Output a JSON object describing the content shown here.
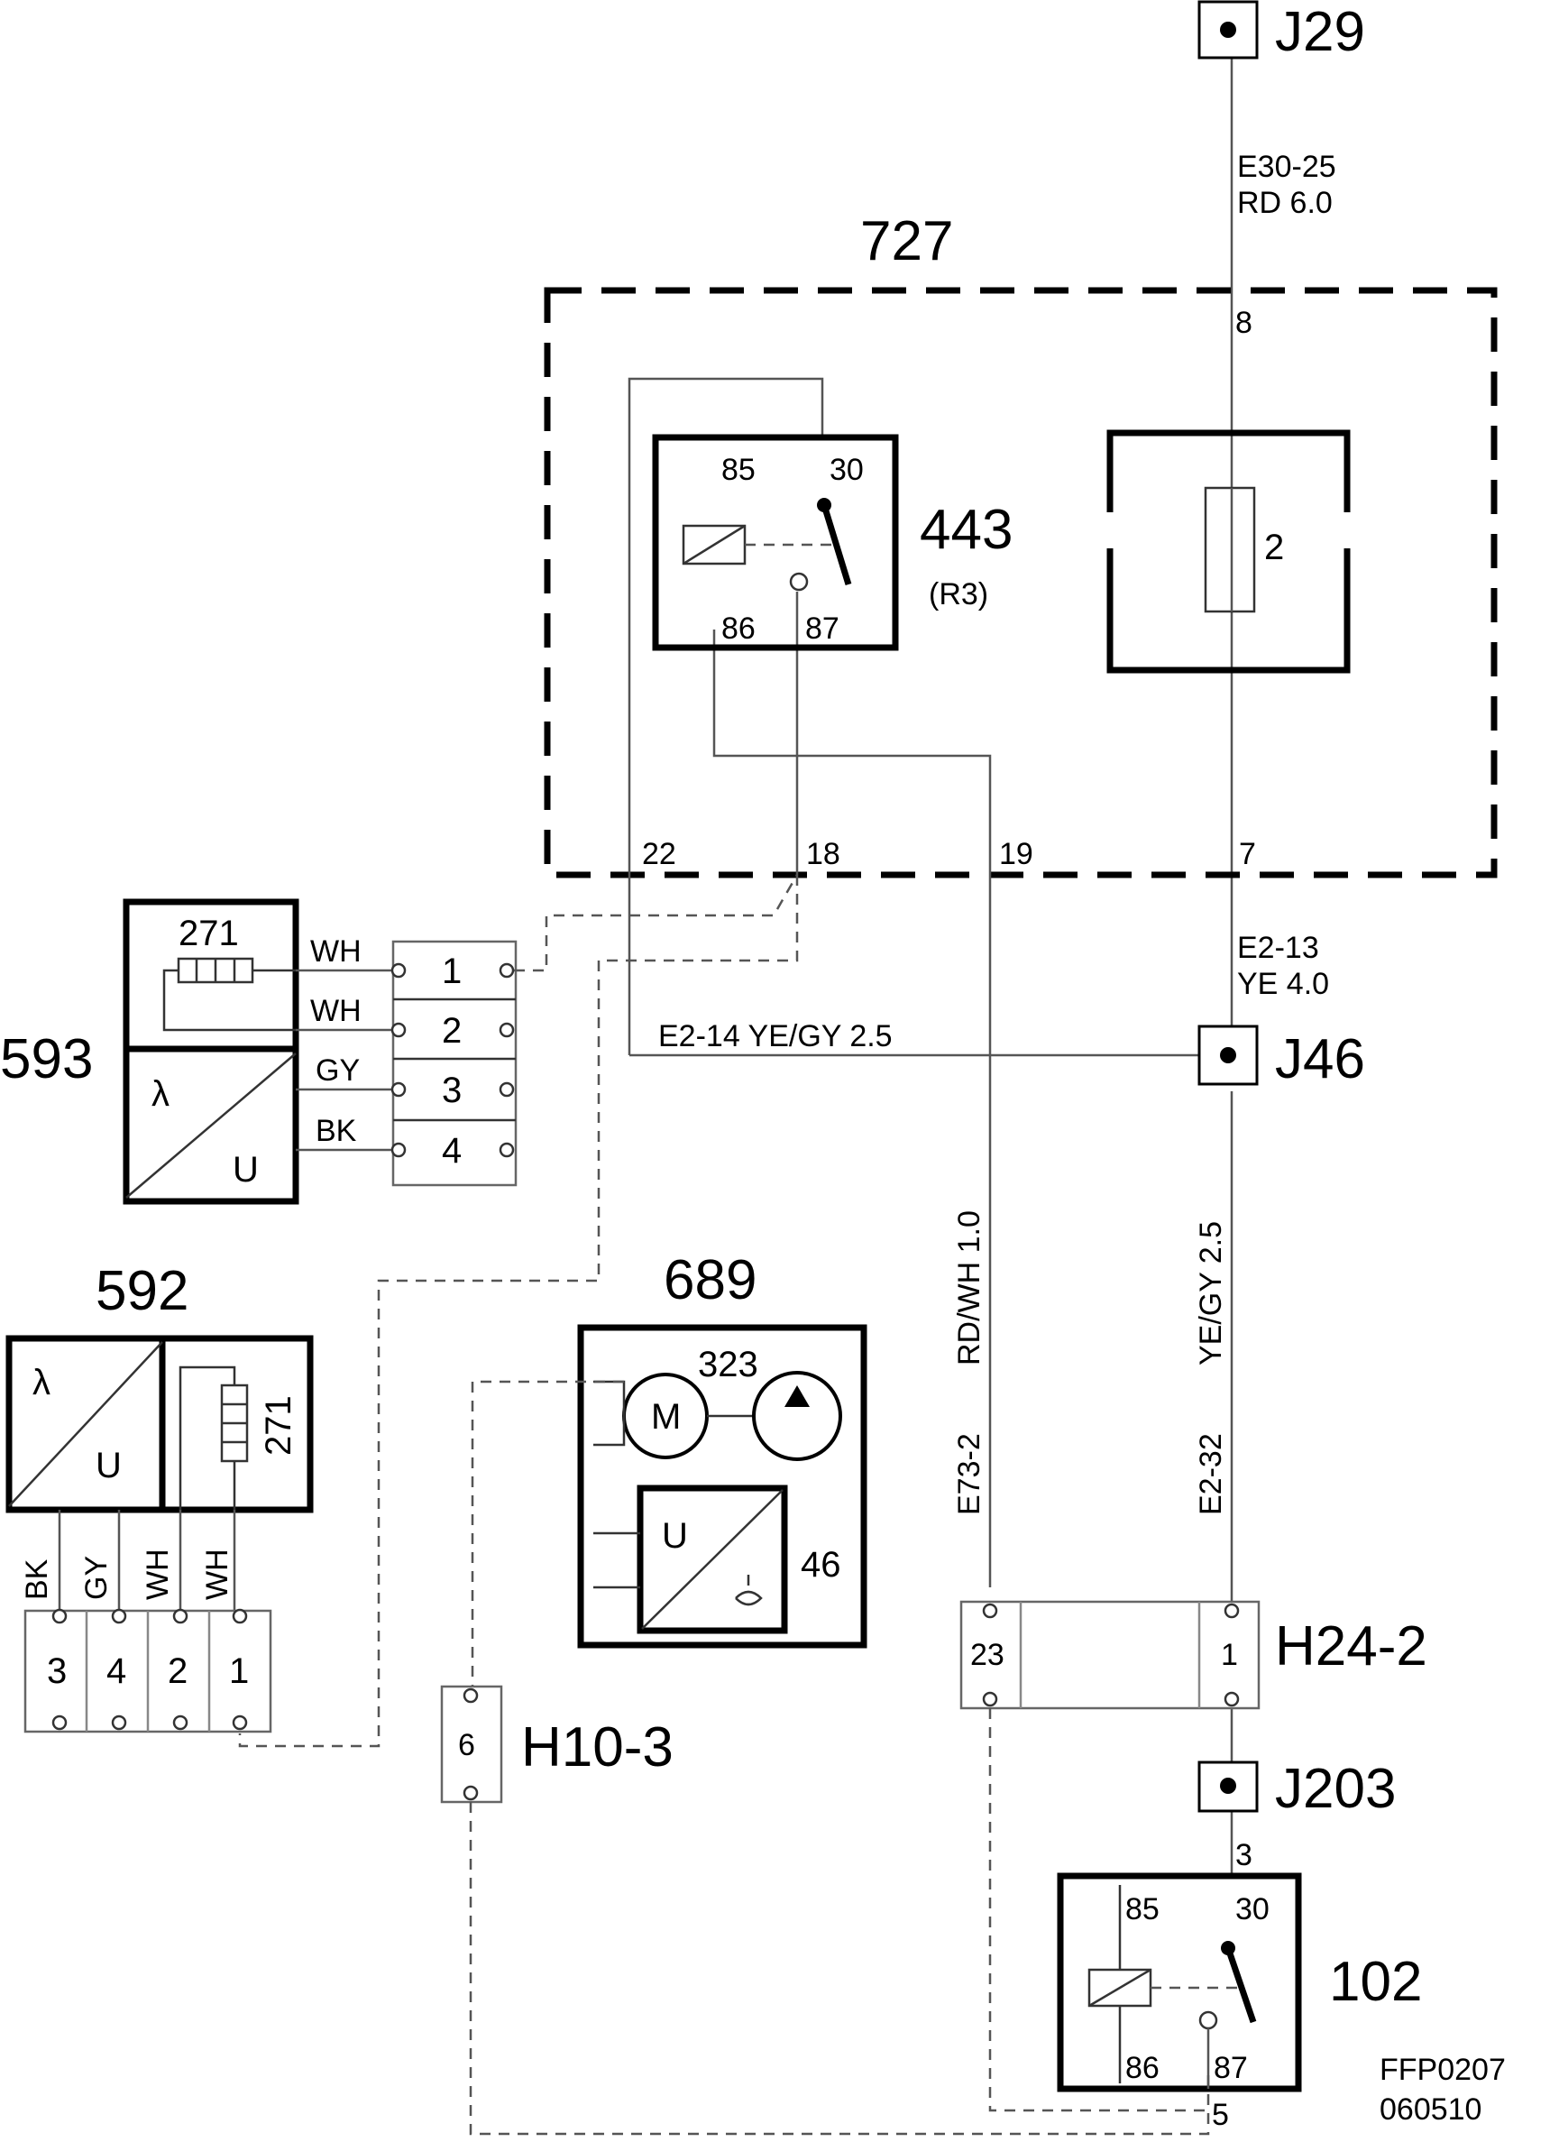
{
  "drawing": {
    "code": "FFP0207",
    "date": "060510"
  },
  "nodes": {
    "J29": "J29",
    "J46": "J46",
    "J203": "J203",
    "H24_2": "H24-2",
    "H10_3": "H10-3"
  },
  "components": {
    "c727": "727",
    "c443": "443",
    "c443_sub": "(R3)",
    "c102": "102",
    "c593": "593",
    "c592": "592",
    "c689": "689",
    "c323": "323",
    "c46": "46",
    "c271": "271",
    "fuse_no": "2",
    "motor": "M",
    "lambda": "λ",
    "u": "U"
  },
  "wires": {
    "top": [
      "E30-25",
      "RD   6.0"
    ],
    "mid": [
      "E2-13",
      "YE  4.0"
    ],
    "e214": "E2-14  YE/GY  2.5",
    "rdwh_color": "RD/WH  1.0",
    "rdwh_code": "E73-2",
    "yegy_color": "YE/GY  2.5",
    "yegy_code": "E2-32"
  },
  "pins": {
    "p8": "8",
    "p7": "7",
    "p22": "22",
    "p18": "18",
    "p19": "19",
    "r85": "85",
    "r30": "30",
    "r86": "86",
    "r87": "87",
    "h23": "23",
    "h1": "1",
    "h6": "6",
    "p3": "3",
    "p5": "5"
  },
  "connector593": {
    "pins": [
      "1",
      "2",
      "3",
      "4"
    ],
    "colors": [
      "WH",
      "WH",
      "GY",
      "BK"
    ]
  },
  "connector592": {
    "pins": [
      "3",
      "4",
      "2",
      "1"
    ],
    "colors": [
      "BK",
      "GY",
      "WH",
      "WH"
    ]
  }
}
